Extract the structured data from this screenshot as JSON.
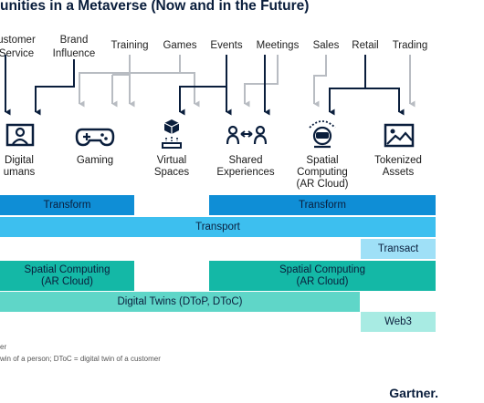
{
  "title": "unities in a Metaverse (Now and in the Future)",
  "sources": [
    {
      "key": "customer_service",
      "label": "ustomer\nService"
    },
    {
      "key": "brand_influence",
      "label": "Brand\nInfluence"
    },
    {
      "key": "training",
      "label": "Training"
    },
    {
      "key": "games",
      "label": "Games"
    },
    {
      "key": "events",
      "label": "Events"
    },
    {
      "key": "meetings",
      "label": "Meetings"
    },
    {
      "key": "sales",
      "label": "Sales"
    },
    {
      "key": "retail",
      "label": "Retail"
    },
    {
      "key": "trading",
      "label": "Trading"
    }
  ],
  "targets": [
    {
      "key": "digital_humans",
      "label": "Digital\numans",
      "icon": "portrait-icon"
    },
    {
      "key": "gaming",
      "label": "Gaming",
      "icon": "gamepad-icon"
    },
    {
      "key": "virtual_spaces",
      "label": "Virtual\nSpaces",
      "icon": "cube-hologram-icon"
    },
    {
      "key": "shared_experiences",
      "label": "Shared\nExperiences",
      "icon": "two-people-icon"
    },
    {
      "key": "spatial_computing",
      "label": "Spatial\nComputing\n(AR Cloud)",
      "icon": "vr-headset-icon"
    },
    {
      "key": "tokenized_assets",
      "label": "Tokenized\nAssets",
      "icon": "image-frame-icon"
    }
  ],
  "bars": {
    "transform_left": "Transform",
    "transform_right": "Transform",
    "transport": "Transport",
    "transact": "Transact",
    "spatial_left": "Spatial Computing\n(AR Cloud)",
    "spatial_right": "Spatial Computing\n(AR Cloud)",
    "digital_twins": "Digital Twins (DToP, DToC)",
    "web3": "Web3"
  },
  "footnotes": {
    "line1": "er",
    "line2": "win of a person; DToC = digital twin of a customer"
  },
  "brand": "Gartner.",
  "colors": {
    "navy": "#0a1e3c",
    "grey_arrow": "#b8bcc2",
    "transform": "#0f8ed6",
    "transport": "#3dbfef",
    "transact": "#9fe0f7",
    "spatial": "#14b8a6",
    "twins": "#5fd6c8",
    "web3": "#a8ebe3"
  }
}
